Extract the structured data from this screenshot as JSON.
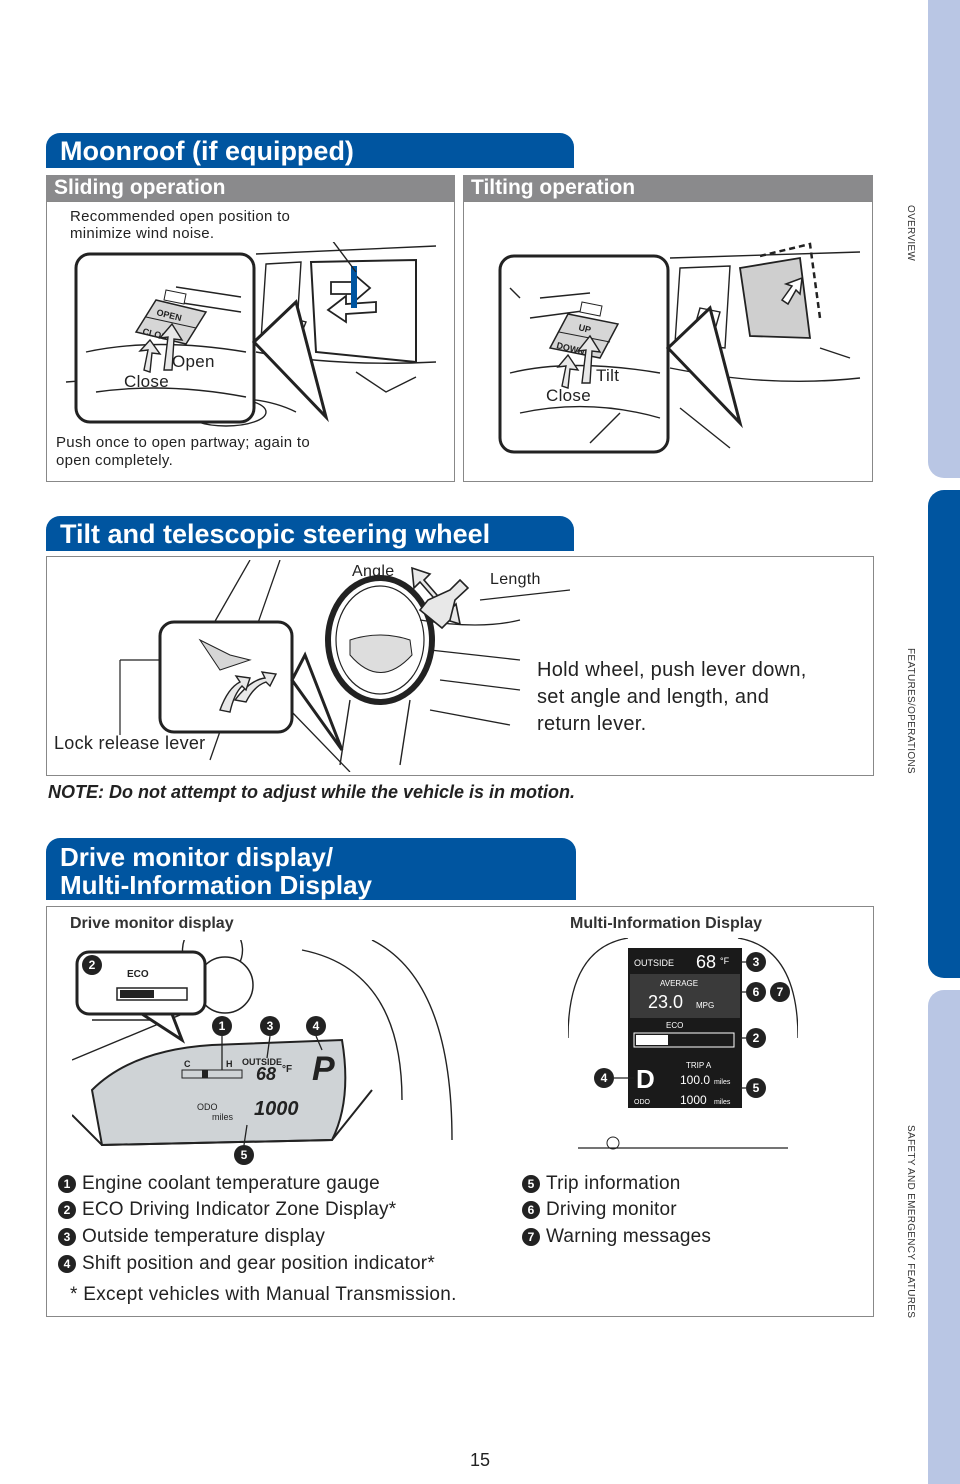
{
  "side_tabs": [
    "OVERVIEW",
    "FEATURES/OPERATIONS",
    "SAFETY AND EMERGENCY FEATURES"
  ],
  "moonroof": {
    "title": "Moonroof (if equipped)",
    "sliding": {
      "heading": "Sliding operation",
      "recommend_line1": "Recommended open position to",
      "recommend_line2": "minimize wind noise.",
      "open": "Open",
      "close": "Close",
      "switch_open": "OPEN",
      "switch_close": "CLOSE",
      "push_line1": "Push once to open partway; again to",
      "push_line2": "open completely."
    },
    "tilting": {
      "heading": "Tilting operation",
      "tilt": "Tilt",
      "close": "Close",
      "switch_up": "UP",
      "switch_down": "DOWN"
    }
  },
  "steering": {
    "title": "Tilt and telescopic steering wheel",
    "angle": "Angle",
    "length": "Length",
    "instr_line1": "Hold wheel, push lever down,",
    "instr_line2": "set angle and length, and",
    "instr_line3": "return lever.",
    "lock_lever": "Lock release lever",
    "note": "NOTE: Do not attempt to adjust while the vehicle is in motion."
  },
  "drive_monitor": {
    "title_line1": "Drive monitor display/",
    "title_line2": "Multi-Information Display",
    "left_label": "Drive monitor display",
    "right_label": "Multi-Information Display",
    "dm": {
      "eco": "ECO",
      "c": "C",
      "h": "H",
      "outside": "OUTSIDE",
      "temp": "68",
      "unit_f": "°F",
      "gear": "P",
      "odo": "ODO",
      "miles": "miles",
      "odo_value": "1000"
    },
    "mid": {
      "outside": "OUTSIDE",
      "temp": "68",
      "unit_f": "°F",
      "average": "AVERAGE",
      "mpg_value": "23.0",
      "mpg": "MPG",
      "eco": "ECO",
      "gear": "D",
      "trip": "TRIP A",
      "trip_value": "100.0",
      "miles": "miles",
      "odo": "ODO",
      "odo_value": "1000"
    },
    "callouts": [
      "1",
      "2",
      "3",
      "4",
      "5",
      "6",
      "7"
    ],
    "items_left": [
      {
        "num": "1",
        "text": "Engine coolant temperature gauge"
      },
      {
        "num": "2",
        "text": "ECO Driving Indicator Zone Display*"
      },
      {
        "num": "3",
        "text": "Outside temperature display"
      },
      {
        "num": "4",
        "text": "Shift position and gear position indicator*"
      }
    ],
    "items_right": [
      {
        "num": "5",
        "text": "Trip information"
      },
      {
        "num": "6",
        "text": "Driving monitor"
      },
      {
        "num": "7",
        "text": "Warning messages"
      }
    ],
    "footnote": "* Except vehicles with Manual Transmission."
  },
  "page_number": "15",
  "colors": {
    "brand_blue": "#0055a0",
    "tab_light": "#b9c6e4",
    "subhead_gray": "#8a8a8c"
  }
}
